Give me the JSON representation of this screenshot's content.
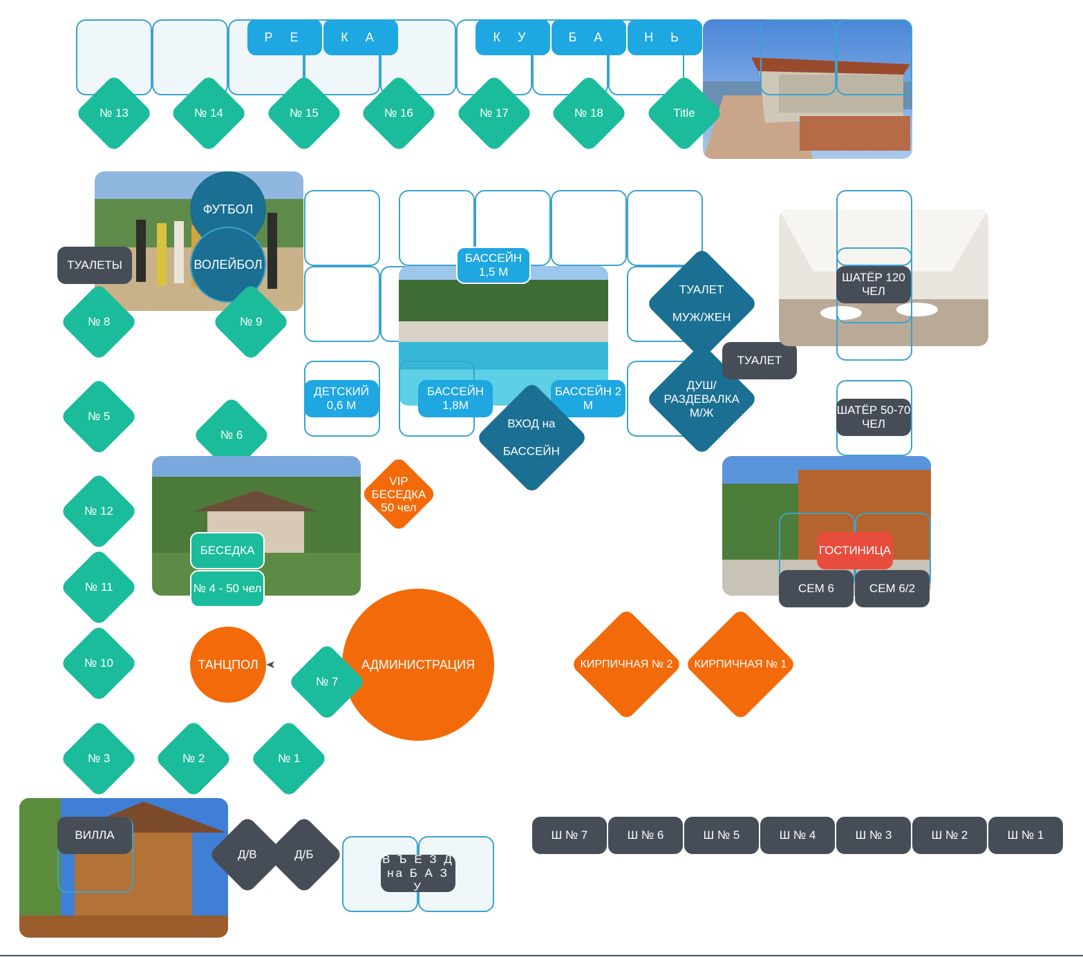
{
  "river": {
    "letters": [
      "Р Е",
      "К А",
      "К У",
      "Б А",
      "Н Ь"
    ]
  },
  "cottages_top": [
    "№ 13",
    "№ 14",
    "№ 15",
    "№ 16",
    "№ 17",
    "№ 18",
    "Title"
  ],
  "sports": {
    "football": "ФУТБОЛ",
    "volleyball": "ВОЛЕЙБОЛ",
    "toilets": "ТУАЛЕТЫ"
  },
  "cottages_left": {
    "n8": "№ 8",
    "n9": "№ 9",
    "n5": "№ 5",
    "n6": "№ 6",
    "n12": "№ 12",
    "n11": "№ 11",
    "n10": "№ 10",
    "n3": "№ 3",
    "n2": "№ 2",
    "n1": "№ 1",
    "n7": "№ 7"
  },
  "pools": {
    "pool15": "БАССЕЙН 1,5 М",
    "pool18": "БАССЕЙН 1,8М",
    "pool2": "БАССЕЙН 2 М",
    "kids": "ДЕТСКИЙ 0,6 М",
    "entrance_line1": "ВХОД на",
    "entrance_line2": "БАССЕЙН"
  },
  "facilities": {
    "toilet_mf_line1": "ТУАЛЕТ",
    "toilet_mf_line2": "МУЖ/ЖЕН",
    "toilet": "ТУАЛЕТ",
    "shower": "ДУШ/ РАЗДЕВАЛКА М/Ж",
    "tent120": "ШАТЁР  120 ЧЕЛ",
    "tent50": "ШАТЁР  50-70 ЧЕЛ",
    "hotel": "ГОСТИНИЦА",
    "sem6": "СЕМ 6",
    "sem62": "СЕМ 6/2"
  },
  "gazebo": {
    "vip": "VIP БЕСЕДКА 50 чел",
    "label": "БЕСЕДКА",
    "n4": "№ 4 - 50 чел"
  },
  "center": {
    "dance": "ТАНЦПОЛ",
    "admin": "АДМИНИСТРАЦИЯ",
    "brick2": "КИРПИЧНАЯ № 2",
    "brick1": "КИРПИЧНАЯ № 1"
  },
  "bottom": {
    "villa": "ВИЛЛА",
    "dv": "Д/В",
    "db": "Д/Б",
    "entry": "В Ъ Е З Д на  Б А З У"
  },
  "tents_row": [
    "Ш  № 7",
    "Ш  № 6",
    "Ш  № 5",
    "Ш  № 4",
    "Ш  № 3",
    "Ш  № 2",
    "Ш  № 1"
  ],
  "colors": {
    "green": "#1bbc9b",
    "orange": "#f36a0a",
    "teal": "#1a6f92",
    "dark": "#474d57",
    "blue": "#1ea7e1",
    "red": "#e84c3d",
    "outline": "#3aa3cf"
  }
}
